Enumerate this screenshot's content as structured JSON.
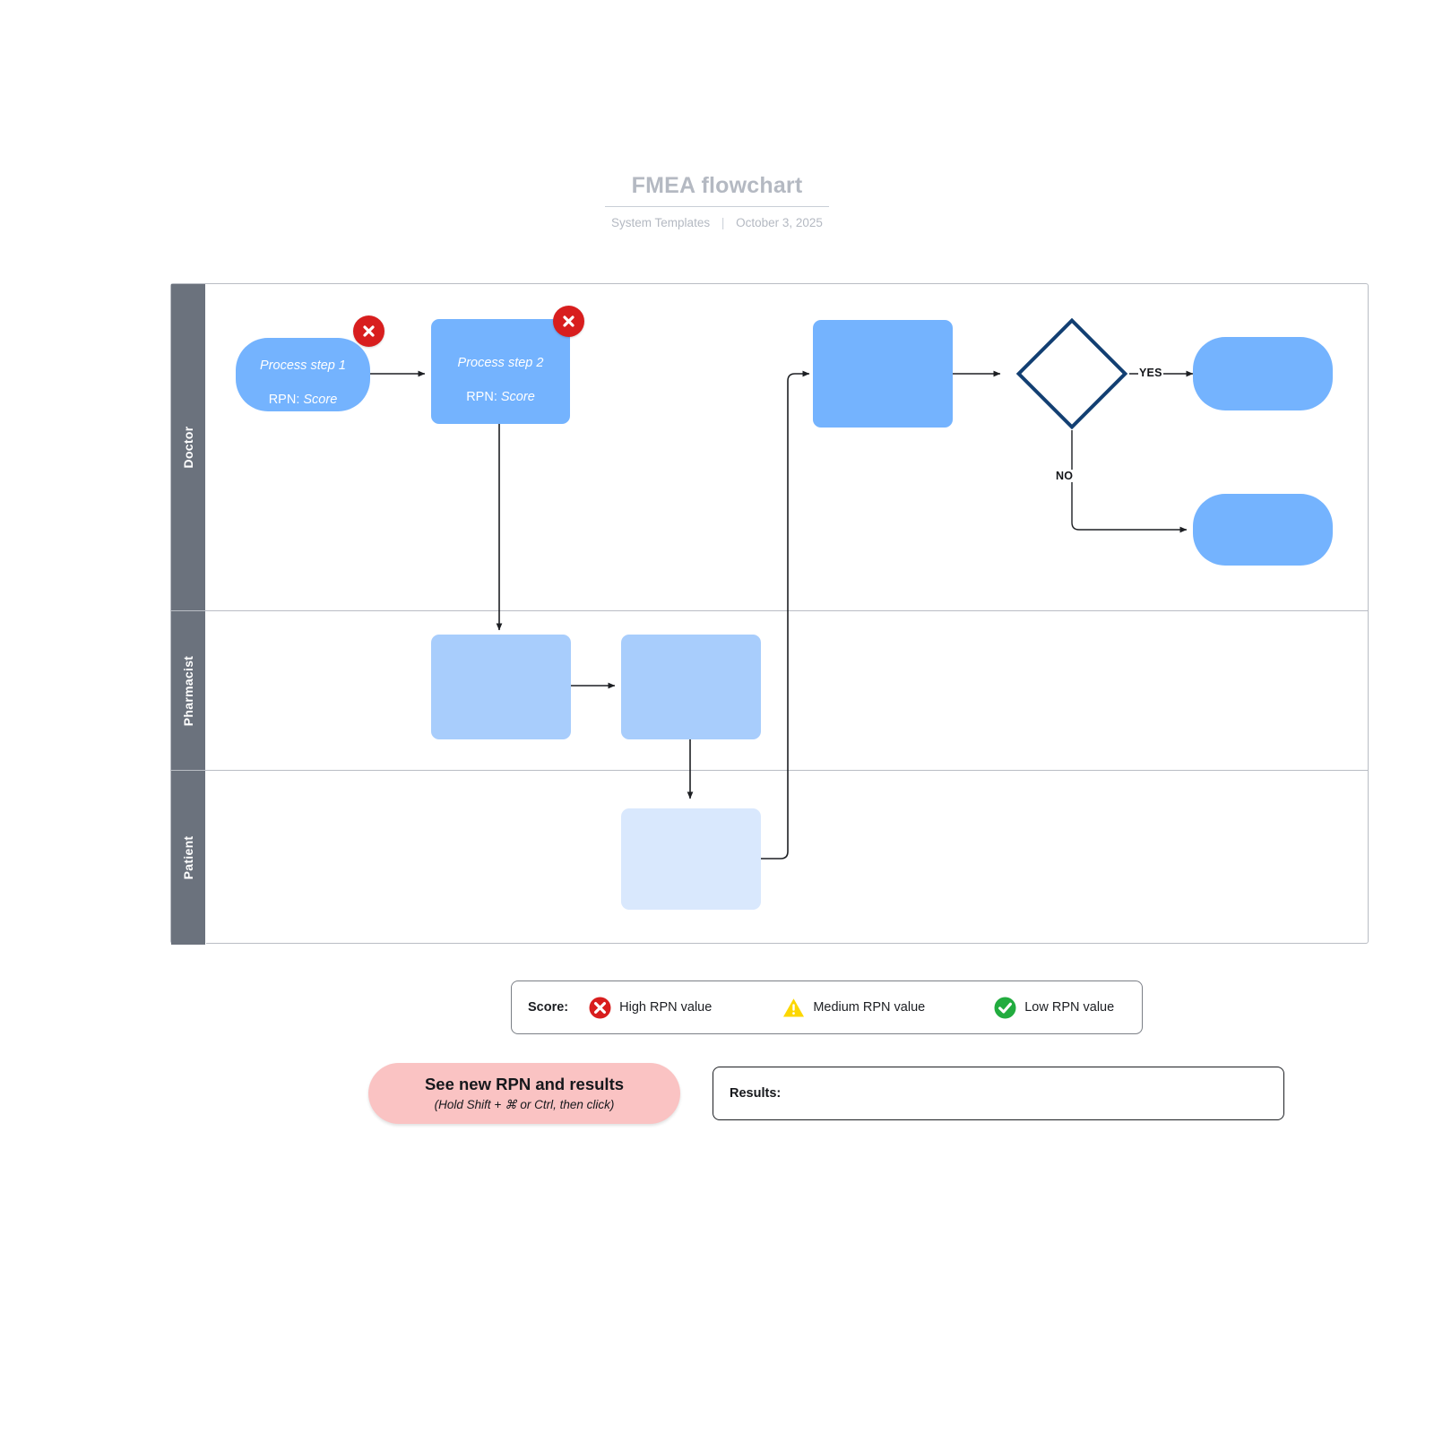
{
  "header": {
    "title": "FMEA flowchart",
    "author": "System Templates",
    "separator": "|",
    "date": "October 3, 2025"
  },
  "swimlanes": [
    {
      "id": "doctor",
      "label": "Doctor"
    },
    {
      "id": "pharmacist",
      "label": "Pharmacist"
    },
    {
      "id": "patient",
      "label": "Patient"
    }
  ],
  "nodes": {
    "step1": {
      "line1": "Process step 1",
      "line2_prefix": "RPN: ",
      "line2_value": "Score",
      "badge": "high-rpn-x-icon",
      "shape": "pill",
      "color": "#74b3fe"
    },
    "step2": {
      "line1": "Process step 2",
      "line2_prefix": "RPN: ",
      "line2_value": "Score",
      "badge": "high-rpn-x-icon",
      "shape": "rect",
      "color": "#74b3fe"
    },
    "step3": {
      "label": "",
      "shape": "rect",
      "color": "#74b3fe"
    },
    "decision": {
      "label": "",
      "shape": "diamond",
      "color": "#ffffff",
      "border": "#123f72"
    },
    "terminal_yes": {
      "label": "",
      "shape": "pill",
      "color": "#74b3fe"
    },
    "terminal_no": {
      "label": "",
      "shape": "pill",
      "color": "#74b3fe"
    },
    "pharm1": {
      "label": "",
      "shape": "rect",
      "color": "#a8cdfc"
    },
    "pharm2": {
      "label": "",
      "shape": "rect",
      "color": "#a8cdfc"
    },
    "patient1": {
      "label": "",
      "shape": "rect",
      "color": "#d9e8fd"
    }
  },
  "edge_labels": {
    "yes": "YES",
    "no": "NO"
  },
  "legend": {
    "title": "Score:",
    "items": [
      {
        "icon": "high-rpn-x-icon",
        "label": "High RPN value",
        "color": "#d81e1e"
      },
      {
        "icon": "medium-rpn-warning-icon",
        "label": "Medium RPN value",
        "color": "#fcd700"
      },
      {
        "icon": "low-rpn-check-icon",
        "label": "Low RPN value",
        "color": "#22ac3f"
      }
    ]
  },
  "controls": {
    "rpn_button_title": "See new RPN and results",
    "rpn_button_hint": "(Hold Shift + ⌘ or Ctrl, then click)",
    "rpn_button_color": "#fac3c3",
    "results_label": "Results:"
  }
}
